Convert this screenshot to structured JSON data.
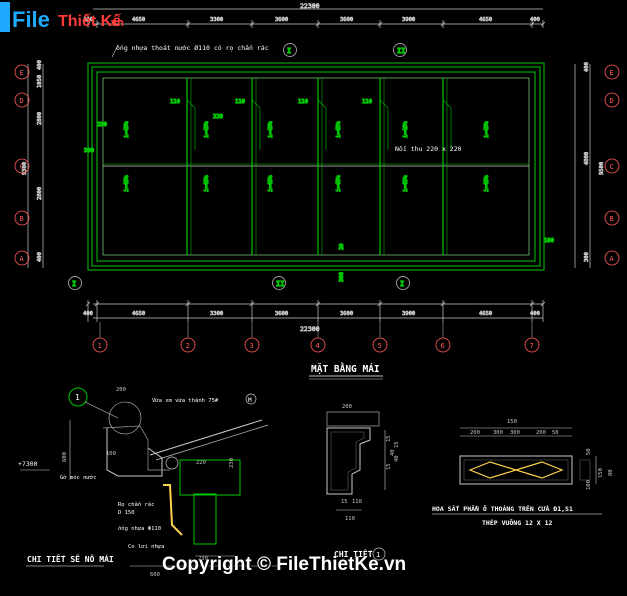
{
  "brand": {
    "logo_file": "File",
    "logo_thiet": "Thiết Kế",
    "logo_vn": ".vn",
    "watermark": "Copyright © FileThietKe.vn"
  },
  "colors": {
    "wall": "#00c800",
    "dim": "#c8c8c8",
    "grid": "#ff5a5a",
    "label": "#ffffff",
    "slope": "#ff6464",
    "accent": "#2fb0ff"
  },
  "plan": {
    "title": "MẶT BẰNG MÁI",
    "dim_top_total": "22300",
    "dim_top": [
      "400",
      "4650",
      "3300",
      "3600",
      "3600",
      "3900",
      "4650",
      "400"
    ],
    "dim_bottom_total": "22300",
    "dim_bottom": [
      "400",
      "4650",
      "3300",
      "3600",
      "3600",
      "3900",
      "4650",
      "400"
    ],
    "dim_left": [
      "400",
      "1050",
      "2800",
      "2800",
      "400"
    ],
    "dim_left_total": "9300",
    "dim_right": [
      "400",
      "4800",
      "300"
    ],
    "dim_right_total": "9500",
    "grid_cols": [
      "1",
      "2",
      "3",
      "4",
      "5",
      "6",
      "7"
    ],
    "grid_rows": [
      "E",
      "D",
      "C",
      "B",
      "A"
    ],
    "pipe_note": "ống nhựa thoát nước Ø110 có rọ chắn rác",
    "gutter_note": "Nối thu 220 x 220",
    "sections": [
      "I",
      "II",
      "I",
      "II",
      "I"
    ],
    "slopes": [
      "i=45%",
      "i=45%",
      "i=45%",
      "i=45%",
      "i=45%",
      "i=45%",
      "i=45%",
      "i=45%",
      "i=45%",
      "i=45%",
      "i=45%",
      "i=45%"
    ],
    "misc": [
      "110",
      "110",
      "110",
      "110",
      "220",
      "230",
      "300",
      "100",
      "20",
      "300"
    ]
  },
  "detail_eave": {
    "title": "CHI TIẾT SÊ NÔ MÁI",
    "ref": "1",
    "level": "+7300",
    "notes": [
      "Vữa xm vữa thành 75#",
      "Gờ móc nước",
      "Rọ chắn rác",
      "D 150",
      "ống nhựa Φ110",
      "Co lơi nhựa"
    ],
    "dims": [
      "200",
      "100",
      "600",
      "220",
      "230",
      "600"
    ],
    "mark": "M"
  },
  "detail_one": {
    "title": "CHI TIẾT",
    "ref": "1",
    "dims": [
      "200",
      "110",
      "15",
      "40",
      "15",
      "15",
      "40",
      "15",
      "110"
    ]
  },
  "detail_grille": {
    "title": "HOA SẮT PHẦN Ô THOÁNG TRÊN CỬA Đ1,S1",
    "subtitle": "THÉP VUÔNG 12 X 12",
    "dims_top": [
      "150",
      "200",
      "300",
      "300",
      "200",
      "50"
    ],
    "dims_side": [
      "150",
      "50",
      "100",
      "80"
    ]
  }
}
